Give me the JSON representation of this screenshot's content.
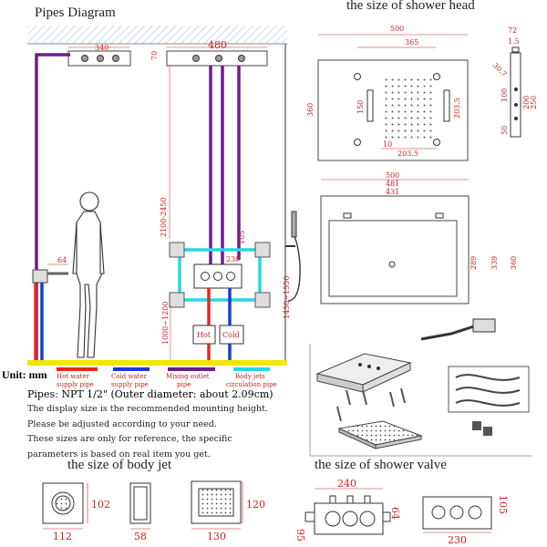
{
  "titles": {
    "pipes_diagram": "Pipes Diagram",
    "shower_head_size": "the size of shower head",
    "body_jet_size": "the size of body jet",
    "shower_valve_size": "the size of shower valve"
  },
  "unit_label": "Unit: mm",
  "pipe_note": "Pipes: NPT 1/2\" (Outer diameter: about 2.09cm)",
  "notes": [
    "The display size is the recommended mounting height.",
    "Please be adjusted according to your need.",
    "These sizes are only for reference, the specific",
    "parameters is based on real item you get."
  ],
  "legend": [
    {
      "label_line1": "Hot water",
      "label_line2": "supply pipe",
      "color": "#e8281e"
    },
    {
      "label_line1": "Cold water",
      "label_line2": "supply pipe",
      "color": "#1a3ccf"
    },
    {
      "label_line1": "Mixing outlet",
      "label_line2": "pipe",
      "color": "#6a1f8a"
    },
    {
      "label_line1": "Body jets",
      "label_line2": "circulation pipe",
      "color": "#25d7e6"
    }
  ],
  "pipes_dims": {
    "w340": "340",
    "w480": "480",
    "h70": "70",
    "h64": "64",
    "h2100_2450": "2100-2450",
    "h1000_1200": "1000~1200",
    "h1450_1550": "1450~1550",
    "w230": "230",
    "h105": "105",
    "hot": "Hot",
    "cold": "Cold"
  },
  "shower_head_dims": {
    "w500": "500",
    "w365": "365",
    "h360": "360",
    "h150": "150",
    "h203_5": "203.5",
    "w10": "10",
    "w203_5": "203.5",
    "s72": "72",
    "s1_5": "1.5",
    "s30_7": "30.7",
    "s100": "100",
    "s200": "200",
    "s250": "250",
    "s50": "50"
  },
  "frame_dims": {
    "w500": "500",
    "w481": "481",
    "w431": "431",
    "w339": "339",
    "h289": "289",
    "h339": "339",
    "h360": "360"
  },
  "body_jet_dims": {
    "h102": "102",
    "w112": "112",
    "w58": "58",
    "h120": "120",
    "w130": "130"
  },
  "valve_dims": {
    "w240": "240",
    "h95": "95",
    "h64": "64",
    "h105": "105",
    "w230": "230"
  },
  "colors": {
    "dimension": "#c22",
    "hot": "#e8281e",
    "cold": "#1a3ccf",
    "mix": "#6a1f8a",
    "jets": "#25d7e6",
    "floor": "#f3e600"
  }
}
